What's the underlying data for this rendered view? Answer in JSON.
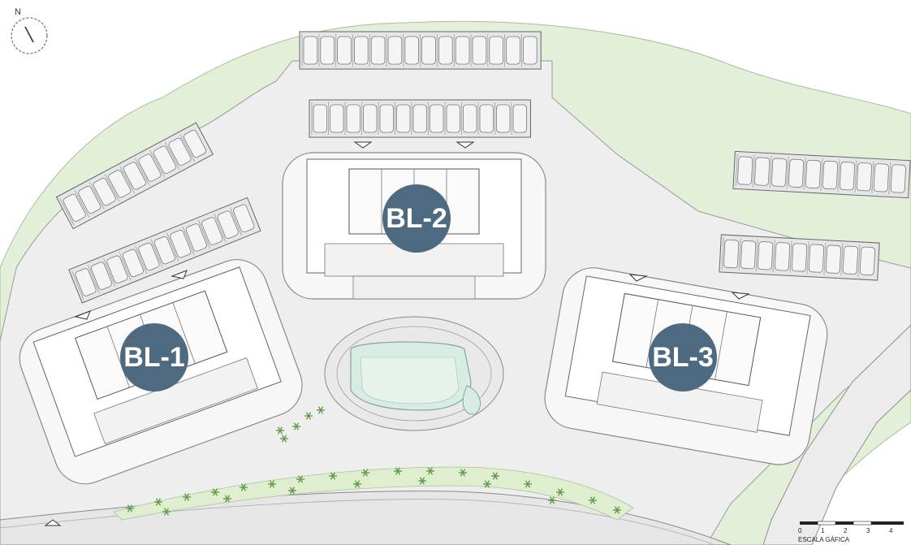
{
  "map": {
    "north_label": "N",
    "buildings": [
      {
        "id": "bl1",
        "label": "BL-1"
      },
      {
        "id": "bl2",
        "label": "BL-2"
      },
      {
        "id": "bl3",
        "label": "BL-3"
      }
    ],
    "scale": {
      "ticks": [
        "0",
        "1",
        "2",
        "3",
        "4"
      ],
      "title": "ESCALA GÁFICA"
    },
    "colors": {
      "green_area": "#e4efda",
      "paving": "#eeeeee",
      "building_pad": "#f7f7f7",
      "label_circle": "#4e6a80",
      "lines": "#7a7a7a",
      "pool": "#d9ece4",
      "parking": "#d0d4d8",
      "trees": "#5f9a47"
    },
    "icons": [
      "north-arrow-icon",
      "entrance-triangle-icon",
      "car-icon",
      "tree-icon"
    ]
  }
}
